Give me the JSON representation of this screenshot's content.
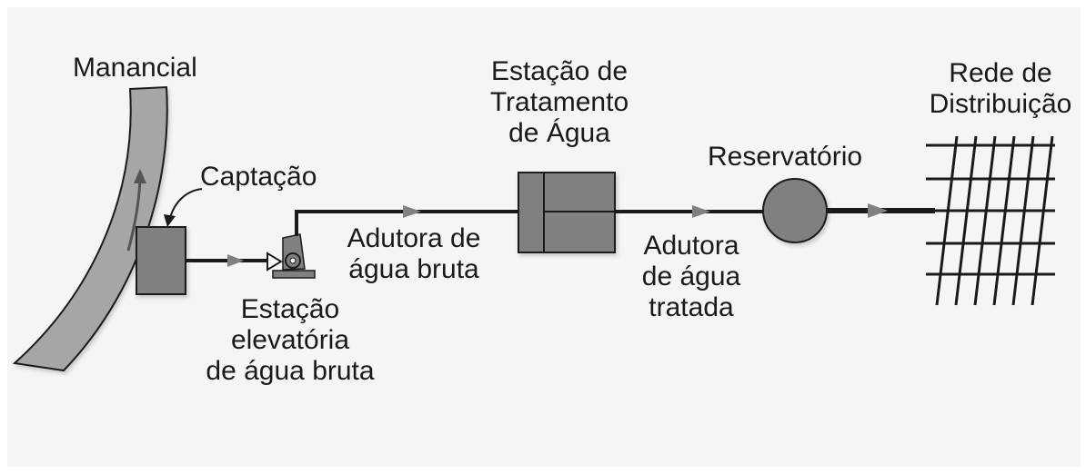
{
  "labels": {
    "manancial": "Manancial",
    "captacao": "Captação",
    "estacao_elevatoria": [
      "Estação",
      "elevatória",
      "de água bruta"
    ],
    "adutora_bruta": [
      "Adutora de",
      "água bruta"
    ],
    "eta": [
      "Estação de",
      "Tratamento",
      "de Água"
    ],
    "adutora_tratada": [
      "Adutora",
      "de água",
      "tratada"
    ],
    "reservatorio": "Reservatório",
    "rede": [
      "Rede de",
      "Distribuição"
    ]
  },
  "colors": {
    "background": "#ffffff",
    "panel": "#f5f5f5",
    "river_fill": "#a6a6a6",
    "block_fill": "#808080",
    "pipe": "#1a1a1a",
    "text": "#1a1a1a"
  }
}
